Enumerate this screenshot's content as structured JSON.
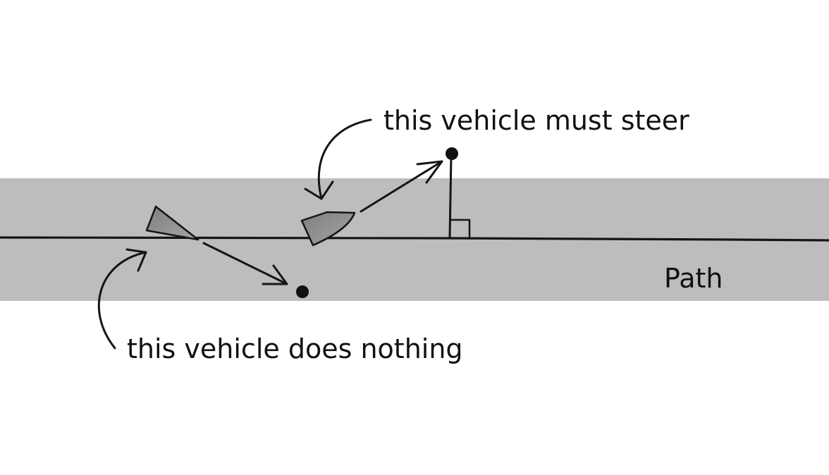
{
  "labels": {
    "steer_note": "this vehicle must steer",
    "nothing_note": "this vehicle does nothing",
    "path": "Path"
  },
  "colors": {
    "path_band": "#bdbdbf",
    "vehicle_fill": "#8a8a8c",
    "ink": "#151515",
    "background": "#ffffff"
  }
}
